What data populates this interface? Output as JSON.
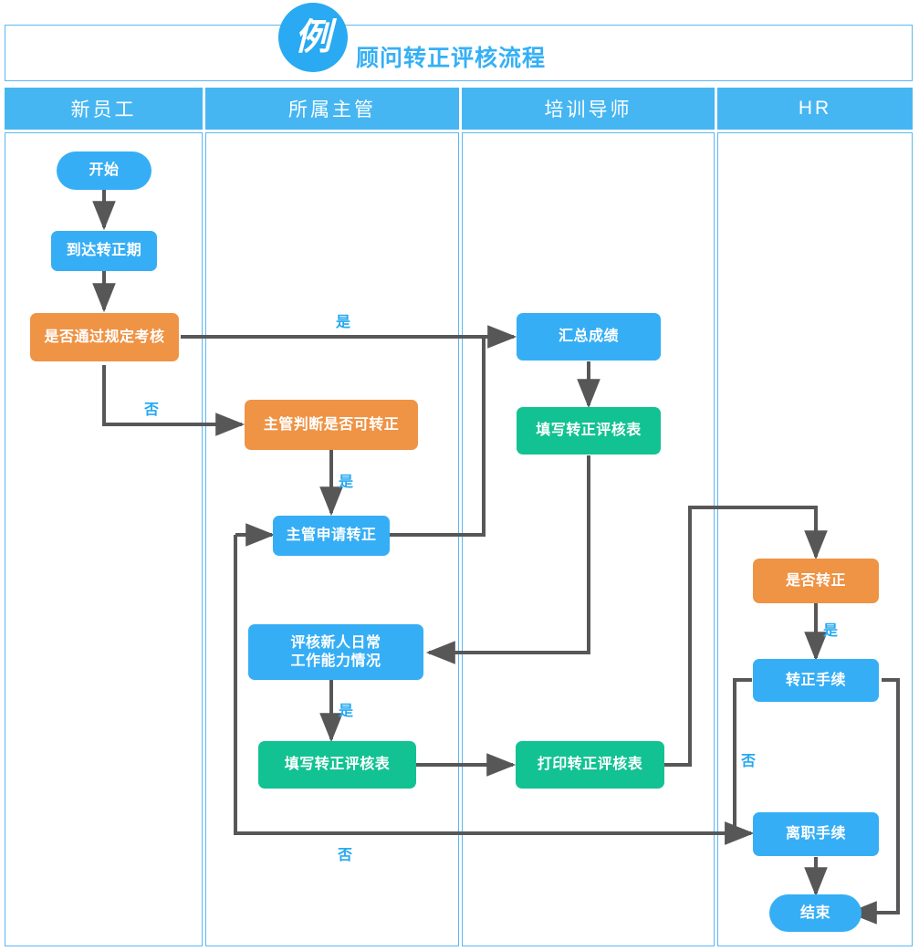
{
  "header": {
    "badge": "例",
    "title": "顾问转正评核流程"
  },
  "lanes": [
    {
      "name": "新员工"
    },
    {
      "name": "所属主管"
    },
    {
      "name": "培训导师"
    },
    {
      "name": "HR"
    }
  ],
  "nodes": {
    "start": {
      "label": "开始",
      "lane": "新员工",
      "shape": "pill",
      "color": "#36aef5"
    },
    "arrive": {
      "label": "到达转正期",
      "lane": "新员工",
      "shape": "rounded",
      "color": "#36aef5"
    },
    "pass_exam": {
      "label": "是否通过规定考核",
      "lane": "新员工",
      "shape": "decision",
      "color": "#ef9345"
    },
    "mgr_judge": {
      "label": "主管判断是否可转正",
      "lane": "所属主管",
      "shape": "decision",
      "color": "#ef9345"
    },
    "mgr_apply": {
      "label": "主管申请转正",
      "lane": "所属主管",
      "shape": "rounded",
      "color": "#36aef5"
    },
    "review_daily": {
      "label": "评核新人日常\n工作能力情况",
      "lane": "所属主管",
      "shape": "rounded",
      "color": "#36aef5"
    },
    "mgr_fill_form": {
      "label": "填写转正评核表",
      "lane": "所属主管",
      "shape": "rounded",
      "color": "#12c292"
    },
    "sum_score": {
      "label": "汇总成绩",
      "lane": "培训导师",
      "shape": "rounded",
      "color": "#36aef5"
    },
    "tutor_fill_form": {
      "label": "填写转正评核表",
      "lane": "培训导师",
      "shape": "rounded",
      "color": "#12c292"
    },
    "print_form": {
      "label": "打印转正评核表",
      "lane": "培训导师",
      "shape": "rounded",
      "color": "#12c292"
    },
    "hr_decide": {
      "label": "是否转正",
      "lane": "HR",
      "shape": "decision",
      "color": "#ef9345"
    },
    "regular_proc": {
      "label": "转正手续",
      "lane": "HR",
      "shape": "rounded",
      "color": "#36aef5"
    },
    "leave_proc": {
      "label": "离职手续",
      "lane": "HR",
      "shape": "rounded",
      "color": "#36aef5"
    },
    "end": {
      "label": "结束",
      "lane": "HR",
      "shape": "pill",
      "color": "#36aef5"
    }
  },
  "node_labels": {
    "start": "开始",
    "arrive": "到达转正期",
    "pass_exam": "是否通过规定考核",
    "mgr_judge": "主管判断是否可转正",
    "mgr_apply": "主管申请转正",
    "review_daily_line1": "评核新人日常",
    "review_daily_line2": "工作能力情况",
    "mgr_fill_form": "填写转正评核表",
    "sum_score": "汇总成绩",
    "tutor_fill_form": "填写转正评核表",
    "print_form": "打印转正评核表",
    "hr_decide": "是否转正",
    "regular_proc": "转正手续",
    "leave_proc": "离职手续",
    "end": "结束"
  },
  "edge_labels": {
    "yes_to_sum": "是",
    "no_to_mgr_judge": "否",
    "yes_mgr_apply": "是",
    "yes_mgr_fill": "是",
    "yes_regular": "是",
    "no_leave": "否",
    "no_loop_back": "否"
  },
  "edges": [
    {
      "from": "start",
      "to": "arrive",
      "label": ""
    },
    {
      "from": "arrive",
      "to": "pass_exam",
      "label": ""
    },
    {
      "from": "pass_exam",
      "to": "sum_score",
      "label": "是"
    },
    {
      "from": "pass_exam",
      "to": "mgr_judge",
      "label": "否"
    },
    {
      "from": "mgr_judge",
      "to": "mgr_apply",
      "label": "是"
    },
    {
      "from": "mgr_apply",
      "to": "sum_score",
      "label": ""
    },
    {
      "from": "sum_score",
      "to": "tutor_fill_form",
      "label": ""
    },
    {
      "from": "tutor_fill_form",
      "to": "review_daily",
      "label": ""
    },
    {
      "from": "review_daily",
      "to": "mgr_fill_form",
      "label": "是"
    },
    {
      "from": "mgr_fill_form",
      "to": "print_form",
      "label": ""
    },
    {
      "from": "print_form",
      "to": "hr_decide",
      "label": ""
    },
    {
      "from": "hr_decide",
      "to": "regular_proc",
      "label": "是"
    },
    {
      "from": "regular_proc",
      "to": "leave_proc",
      "label": "否"
    },
    {
      "from": "regular_proc",
      "to": "end",
      "label": ""
    },
    {
      "from": "leave_proc",
      "to": "end",
      "label": ""
    },
    {
      "from": "mgr_fill_form",
      "to": "mgr_apply",
      "label": "否"
    }
  ],
  "colors": {
    "blue": "#36aef5",
    "orange": "#ef9345",
    "green": "#12c292",
    "lane_header": "#46b6f2",
    "lane_border": "#5bb8f0",
    "connector": "#575757",
    "label_text": "#27a9f0"
  }
}
